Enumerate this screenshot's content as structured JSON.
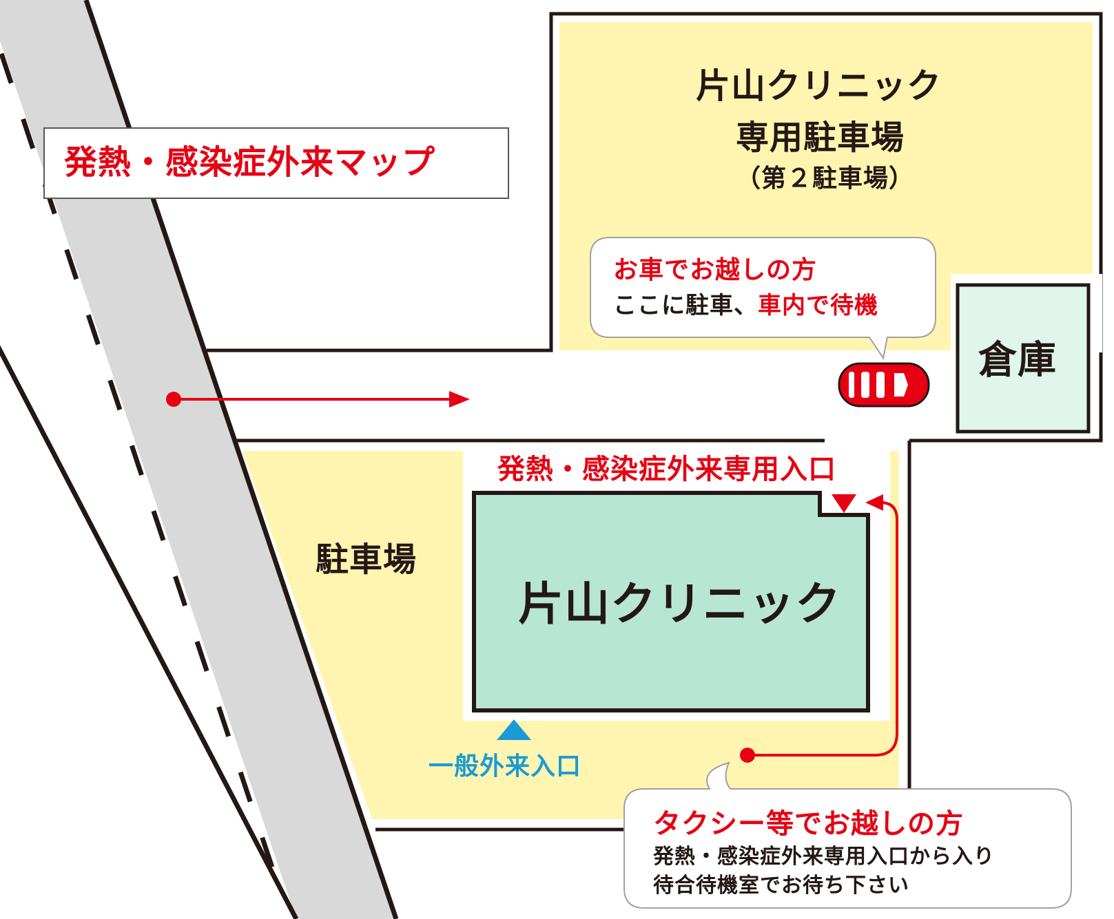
{
  "title": "発熱・感染症外来マップ",
  "parking2": {
    "line1": "片山クリニック",
    "line2": "専用駐車場",
    "line3": "（第２駐車場）"
  },
  "car_callout": {
    "title": "お車でお越しの方",
    "text_plain": "ここに駐車、",
    "text_red": "車内で待機"
  },
  "warehouse": "倉庫",
  "fever_entrance": "発熱・感染症外来専用入口",
  "parking": "駐車場",
  "clinic": "片山クリニック",
  "general_entrance": "一般外来入口",
  "taxi_callout": {
    "title": "タクシー等でお越しの方",
    "line1": "発熱・感染症外来専用入口から入り",
    "line2": "待合待機室でお待ち下さい"
  },
  "colors": {
    "accent_red": "#e60012",
    "parking_yellow": "#fff5b0",
    "clinic_green": "#b8e6d5",
    "warehouse_green": "#e0f5ec",
    "road_gray": "#d9d9d9",
    "entrance_blue": "#1a9ad6",
    "outline": "#231815"
  },
  "icons": [
    "car-icon",
    "red-triangle-marker",
    "blue-triangle-marker",
    "route-arrow"
  ]
}
